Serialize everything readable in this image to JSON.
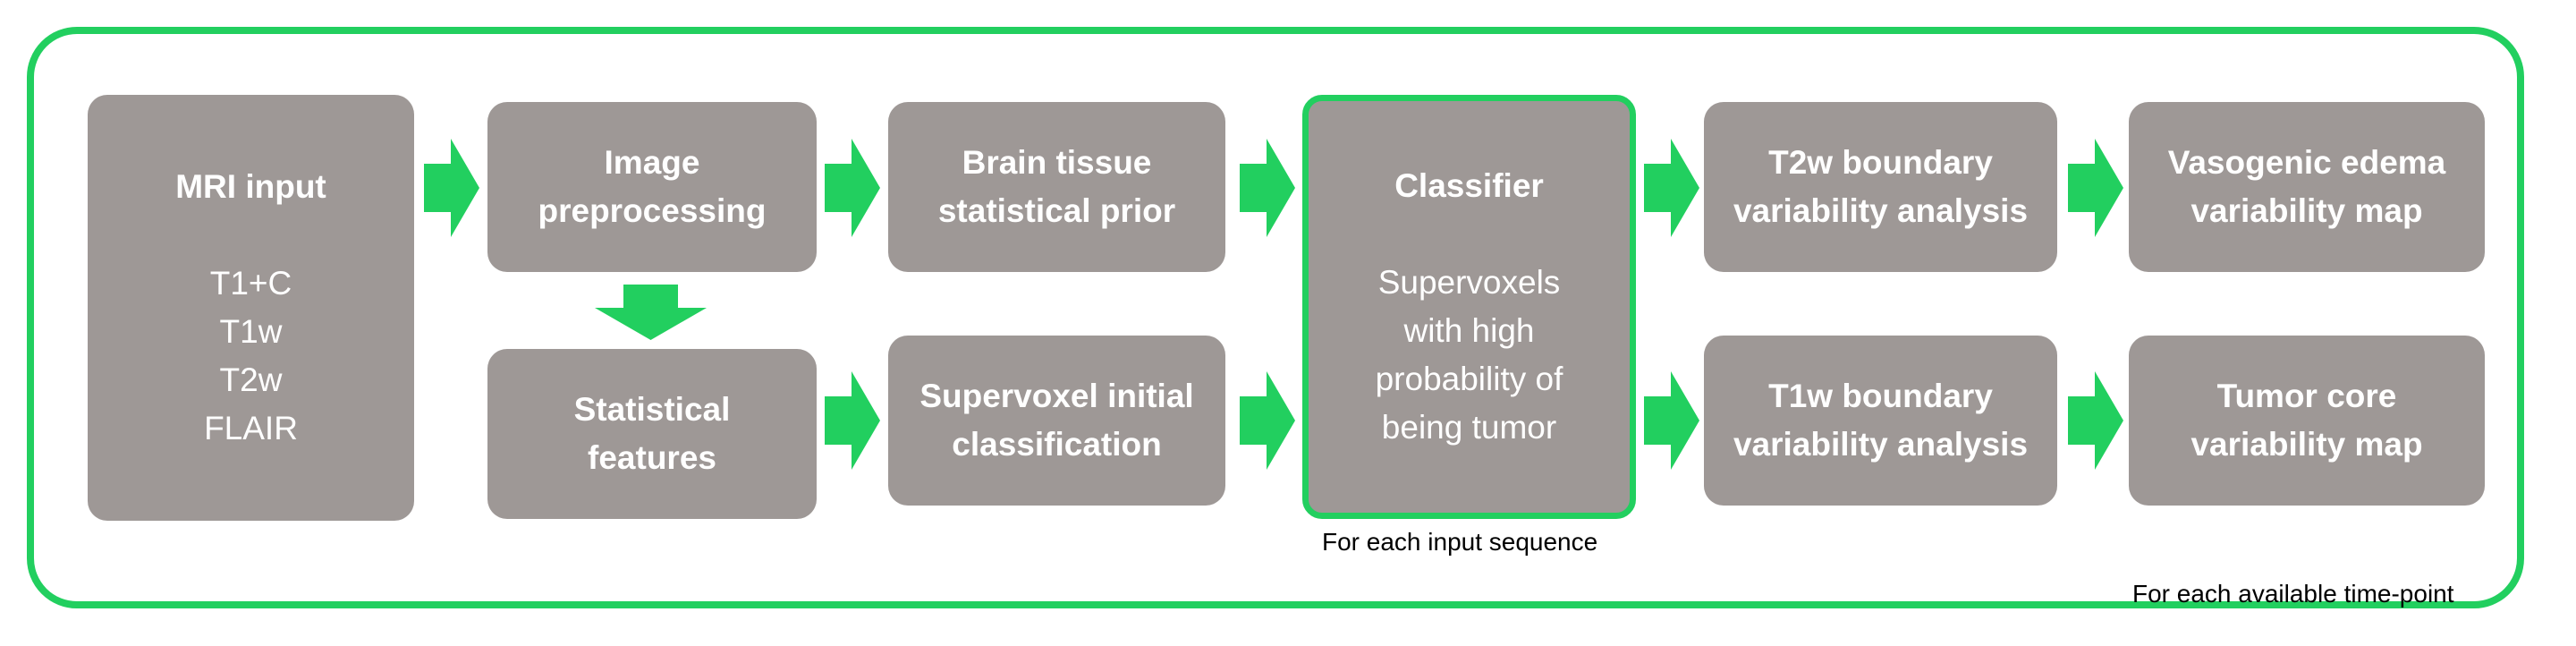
{
  "diagram": {
    "input_box": {
      "title": "MRI input",
      "sequences": "T1+C\nT1w\nT2w\nFLAIR"
    },
    "preprocessing": {
      "title": "Image\npreprocessing"
    },
    "statistical_features": {
      "title": "Statistical\nfeatures"
    },
    "brain_prior": {
      "title": "Brain tissue\nstatistical prior"
    },
    "initial_classification": {
      "title": "Supervoxel initial\nclassification"
    },
    "classifier": {
      "title": "Classifier",
      "desc": "Supervoxels\nwith high\nprobability of\nbeing tumor"
    },
    "t2w_boundary": {
      "title": "T2w boundary\nvariability analysis"
    },
    "t1w_boundary": {
      "title": "T1w boundary\nvariability analysis"
    },
    "edema_map": {
      "title": "Vasogenic edema\nvariability map"
    },
    "tumor_core_map": {
      "title": "Tumor core\nvariability map"
    },
    "notes": {
      "per_sequence": "For each input sequence",
      "per_timepoint": "For each available time-point"
    }
  },
  "colors": {
    "accent": "#22cf5f",
    "box_fill": "#9e9896",
    "box_text": "#ffffff"
  }
}
